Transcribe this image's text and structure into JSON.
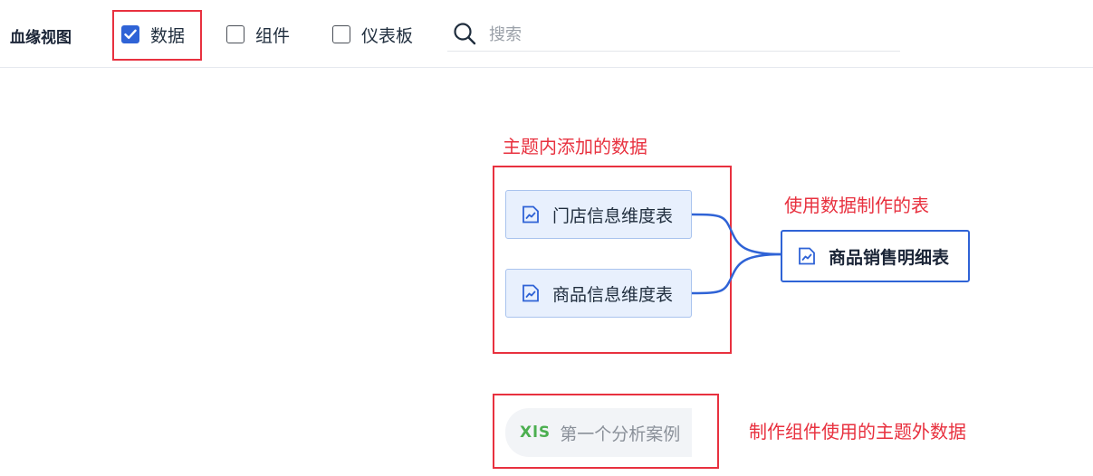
{
  "toolbar": {
    "title": "血缘视图",
    "filters": [
      {
        "label": "数据",
        "checked": true
      },
      {
        "label": "组件",
        "checked": false
      },
      {
        "label": "仪表板",
        "checked": false
      }
    ],
    "search_placeholder": "搜索"
  },
  "annotations": {
    "topic_data": "主题内添加的数据",
    "made_table": "使用数据制作的表",
    "external_data": "制作组件使用的主题外数据"
  },
  "lineage": {
    "sources": [
      {
        "label": "门店信息维度表",
        "icon": "chart-table-icon"
      },
      {
        "label": "商品信息维度表",
        "icon": "chart-table-icon"
      }
    ],
    "target": {
      "label": "商品销售明细表",
      "icon": "chart-table-icon"
    },
    "external": {
      "label": "第一个分析案例",
      "icon": "xls",
      "icon_text": "XlS"
    }
  },
  "colors": {
    "accent": "#2f63d6",
    "annotation": "#e8313f",
    "source_fill": "#e8f0fd",
    "external_icon": "#4caf50"
  }
}
